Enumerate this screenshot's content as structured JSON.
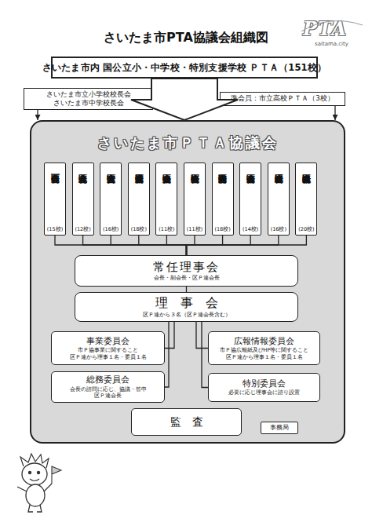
{
  "diagram": {
    "title": "さいたま市PTA協議会組織図",
    "nodes": [
      {
        "text": [
          "さいたま市内 国公立小・中学校・特別支援学校 ＰＴＡ（151校）"
        ]
      },
      {
        "text": [
          "さいたま市立小学校校長会 さいたま市中学校長会"
        ]
      },
      {
        "text": [
          "準会員：市立高校ＰＴＡ（3校）"
        ]
      },
      {
        "text": [
          "さいたま市ＰＴＡ協議会"
        ]
      },
      {
        "text": [
          "西区連合会",
          "(15校)"
        ],
        "in": 3
      },
      {
        "text": [
          "北区連合会",
          "(12校)"
        ],
        "in": 3
      },
      {
        "text": [
          "大宮区連合会",
          "(16校)"
        ],
        "in": 3
      },
      {
        "text": [
          "見沼区連合会",
          "(18校)"
        ],
        "in": 3
      },
      {
        "text": [
          "中央区連合会",
          "(11校)"
        ],
        "in": 3
      },
      {
        "text": [
          "桜区連合会",
          "(11校)"
        ],
        "in": 3
      },
      {
        "text": [
          "浦和区連合会",
          "(18校)"
        ],
        "in": 3
      },
      {
        "text": [
          "南区連合会",
          "(14校)"
        ],
        "in": 3
      },
      {
        "text": [
          "緑区連合会",
          "(16校)"
        ],
        "in": 3
      },
      {
        "text": [
          "岩槻区連合会",
          "(20校)"
        ],
        "in": 3
      },
      {
        "text": [
          "常任理事会",
          "会長・副会長・区Ｐ連会長"
        ],
        "in": 3
      },
      {
        "text": [
          "理　事　会",
          "区Ｐ連から３名（区Ｐ連会長含む）"
        ],
        "in": 3
      },
      {
        "text": [
          "事業委員会",
          "市Ｐ協事業に関すること 区Ｐ連から理事１名・委員１名"
        ],
        "in": 3
      },
      {
        "text": [
          "広報情報委員会",
          "市Ｐ協広報紙及びHP等に関すること 区Ｐ連から理事１名・委員１名"
        ],
        "in": 3
      },
      {
        "text": [
          "総務委員会",
          "会長の諮問に応じ、協議・答申 区Ｐ連会長"
        ],
        "in": 3
      },
      {
        "text": [
          "特別委員会",
          "必要に応じ理事会に諮り設置"
        ],
        "in": 3
      },
      {
        "text": [
          "監　査"
        ],
        "in": 3
      },
      {
        "text": [
          "事務局"
        ],
        "in": 3
      }
    ],
    "edges": [
      {
        "from": 0,
        "to": 3,
        "arrow": "to"
      },
      {
        "from": 1,
        "to": 3,
        "arrow": "to"
      },
      {
        "from": 2,
        "to": 3,
        "arrow": "to"
      },
      {
        "from": 4,
        "to": 14,
        "arrow": "none"
      },
      {
        "from": 5,
        "to": 14,
        "arrow": "none"
      },
      {
        "from": 6,
        "to": 14,
        "arrow": "none"
      },
      {
        "from": 7,
        "to": 14,
        "arrow": "none"
      },
      {
        "from": 8,
        "to": 14,
        "arrow": "none"
      },
      {
        "from": 9,
        "to": 14,
        "arrow": "none"
      },
      {
        "from": 10,
        "to": 14,
        "arrow": "none"
      },
      {
        "from": 11,
        "to": 14,
        "arrow": "none"
      },
      {
        "from": 12,
        "to": 14,
        "arrow": "none"
      },
      {
        "from": 13,
        "to": 14,
        "arrow": "none"
      },
      {
        "from": 14,
        "to": 15,
        "arrow": "none"
      },
      {
        "from": 15,
        "to": 16,
        "arrow": "none"
      },
      {
        "from": 15,
        "to": 17,
        "arrow": "none"
      },
      {
        "from": 15,
        "to": 18,
        "arrow": "none"
      },
      {
        "from": 15,
        "to": 19,
        "arrow": "none"
      }
    ],
    "labels": [
      "PTA",
      "saitama.city"
    ]
  }
}
